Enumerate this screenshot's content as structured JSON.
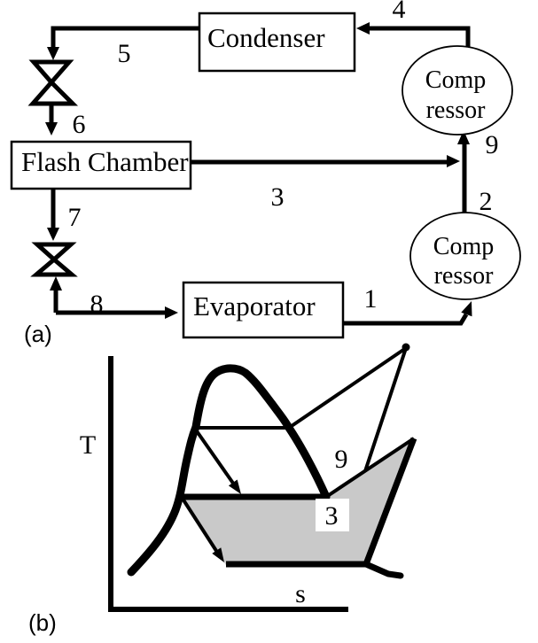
{
  "part_a": {
    "tag": "(a)",
    "condenser_label": "Condenser",
    "flash_chamber_label": "Flash Chamber",
    "evaporator_label": "Evaporator",
    "compressor_top": {
      "line1": "Comp",
      "line2": "ressor"
    },
    "compressor_bottom": {
      "line1": "Comp",
      "line2": "ressor"
    },
    "states": {
      "s1": "1",
      "s2": "2",
      "s3": "3",
      "s4": "4",
      "s5": "5",
      "s6": "6",
      "s7": "7",
      "s8": "8",
      "s9": "9"
    }
  },
  "part_b": {
    "tag": "(b)",
    "y_axis_label": "T",
    "x_axis_label": "s",
    "state_9": "9",
    "state_3": "3",
    "shade_color": "#c9c9c9",
    "line_color": "#000000"
  }
}
